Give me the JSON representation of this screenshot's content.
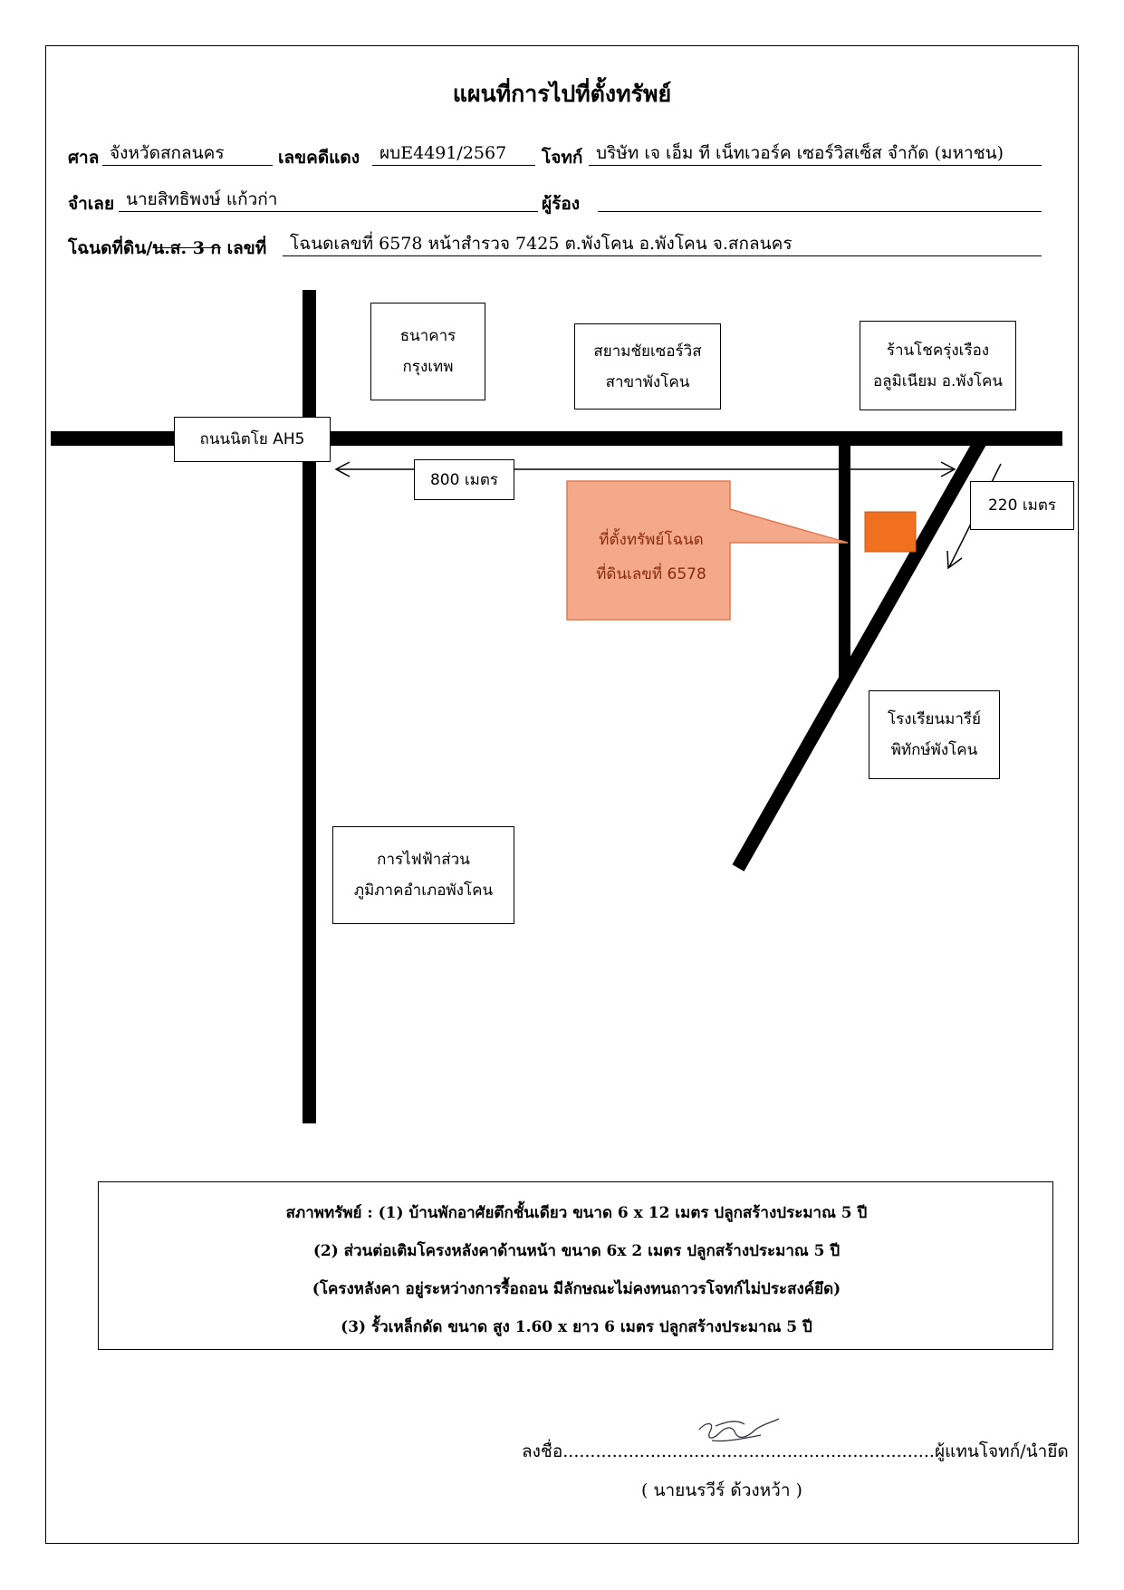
{
  "document": {
    "title": "แผนที่การไปที่ตั้งทรัพย์",
    "fields": {
      "court_label": "ศาล",
      "court_value": "จังหวัดสกลนคร",
      "case_label": "เลขคดีแดง",
      "case_value": "ผบE4491/2567",
      "plaintiff_label": "โจทก์",
      "plaintiff_value": "บริษัท เจ เอ็ม ที เน็ทเวอร์ค เซอร์วิสเซ็ส จำกัด (มหาชน)",
      "defendant_label": "จำเลย",
      "defendant_value": "นายสิทธิพงษ์ แก้วก่า",
      "petitioner_label": "ผู้ร้อง",
      "petitioner_value": "",
      "deed_label_a": "โฉนดที่ดิน/",
      "deed_label_struck": "น.ส. 3 ก",
      "deed_label_b": " เลขที่",
      "deed_value": "โฉนดเลขที่ 6578 หน้าสำรวจ 7425 ต.พังโคน อ.พังโคน จ.สกลนคร"
    }
  },
  "map": {
    "road_label": "ถนนนิตโย AH5",
    "distance_main": "800 เมตร",
    "distance_side": "220 เมตร",
    "landmarks": {
      "bank": [
        "ธนาคาร",
        "กรุงเทพ"
      ],
      "siam": [
        "สยามชัยเซอร์วิส",
        "สาขาพังโคน"
      ],
      "shop": [
        "ร้านโชครุ่งเรือง",
        "อลูมิเนียม อ.พังโคน"
      ],
      "school": [
        "โรงเรียนมารีย์",
        "พิทักษ์พังโคน"
      ],
      "power": [
        "การไฟฟ้าส่วน",
        "ภูมิภาคอำเภอพังโคน"
      ]
    },
    "property_callout": [
      "ที่ตั้งทรัพย์โฉนด",
      "ที่ดินเลขที่ 6578"
    ],
    "colors": {
      "road": "#000000",
      "callout_fill": "#f4a98a",
      "callout_border": "#e07a50",
      "property_marker": "#f07020"
    }
  },
  "conditions": [
    "สภาพทรัพย์ :  (1) บ้านพักอาศัยตึกชั้นเดียว ขนาด 6 x 12 เมตร ปลูกสร้างประมาณ 5 ปี",
    "(2) ส่วนต่อเติมโครงหลังคาด้านหน้า ขนาด 6x 2 เมตร ปลูกสร้างประมาณ 5 ปี",
    "(โครงหลังคา อยู่ระหว่างการรื้อถอน มีลักษณะไม่คงทนถาวรโจทก์ไม่ประสงค์ยึด)",
    "(3) รั้วเหล็กดัด ขนาด สูง 1.60 x ยาว 6 เมตร ปลูกสร้างประมาณ 5 ปี"
  ],
  "signature": {
    "sign_prefix": "ลงชื่อ",
    "dots": "....................................................................",
    "role": "ผู้แทนโจทก์/นำยึด",
    "name": "( นายนรวีร์ ด้วงหว้า )"
  }
}
